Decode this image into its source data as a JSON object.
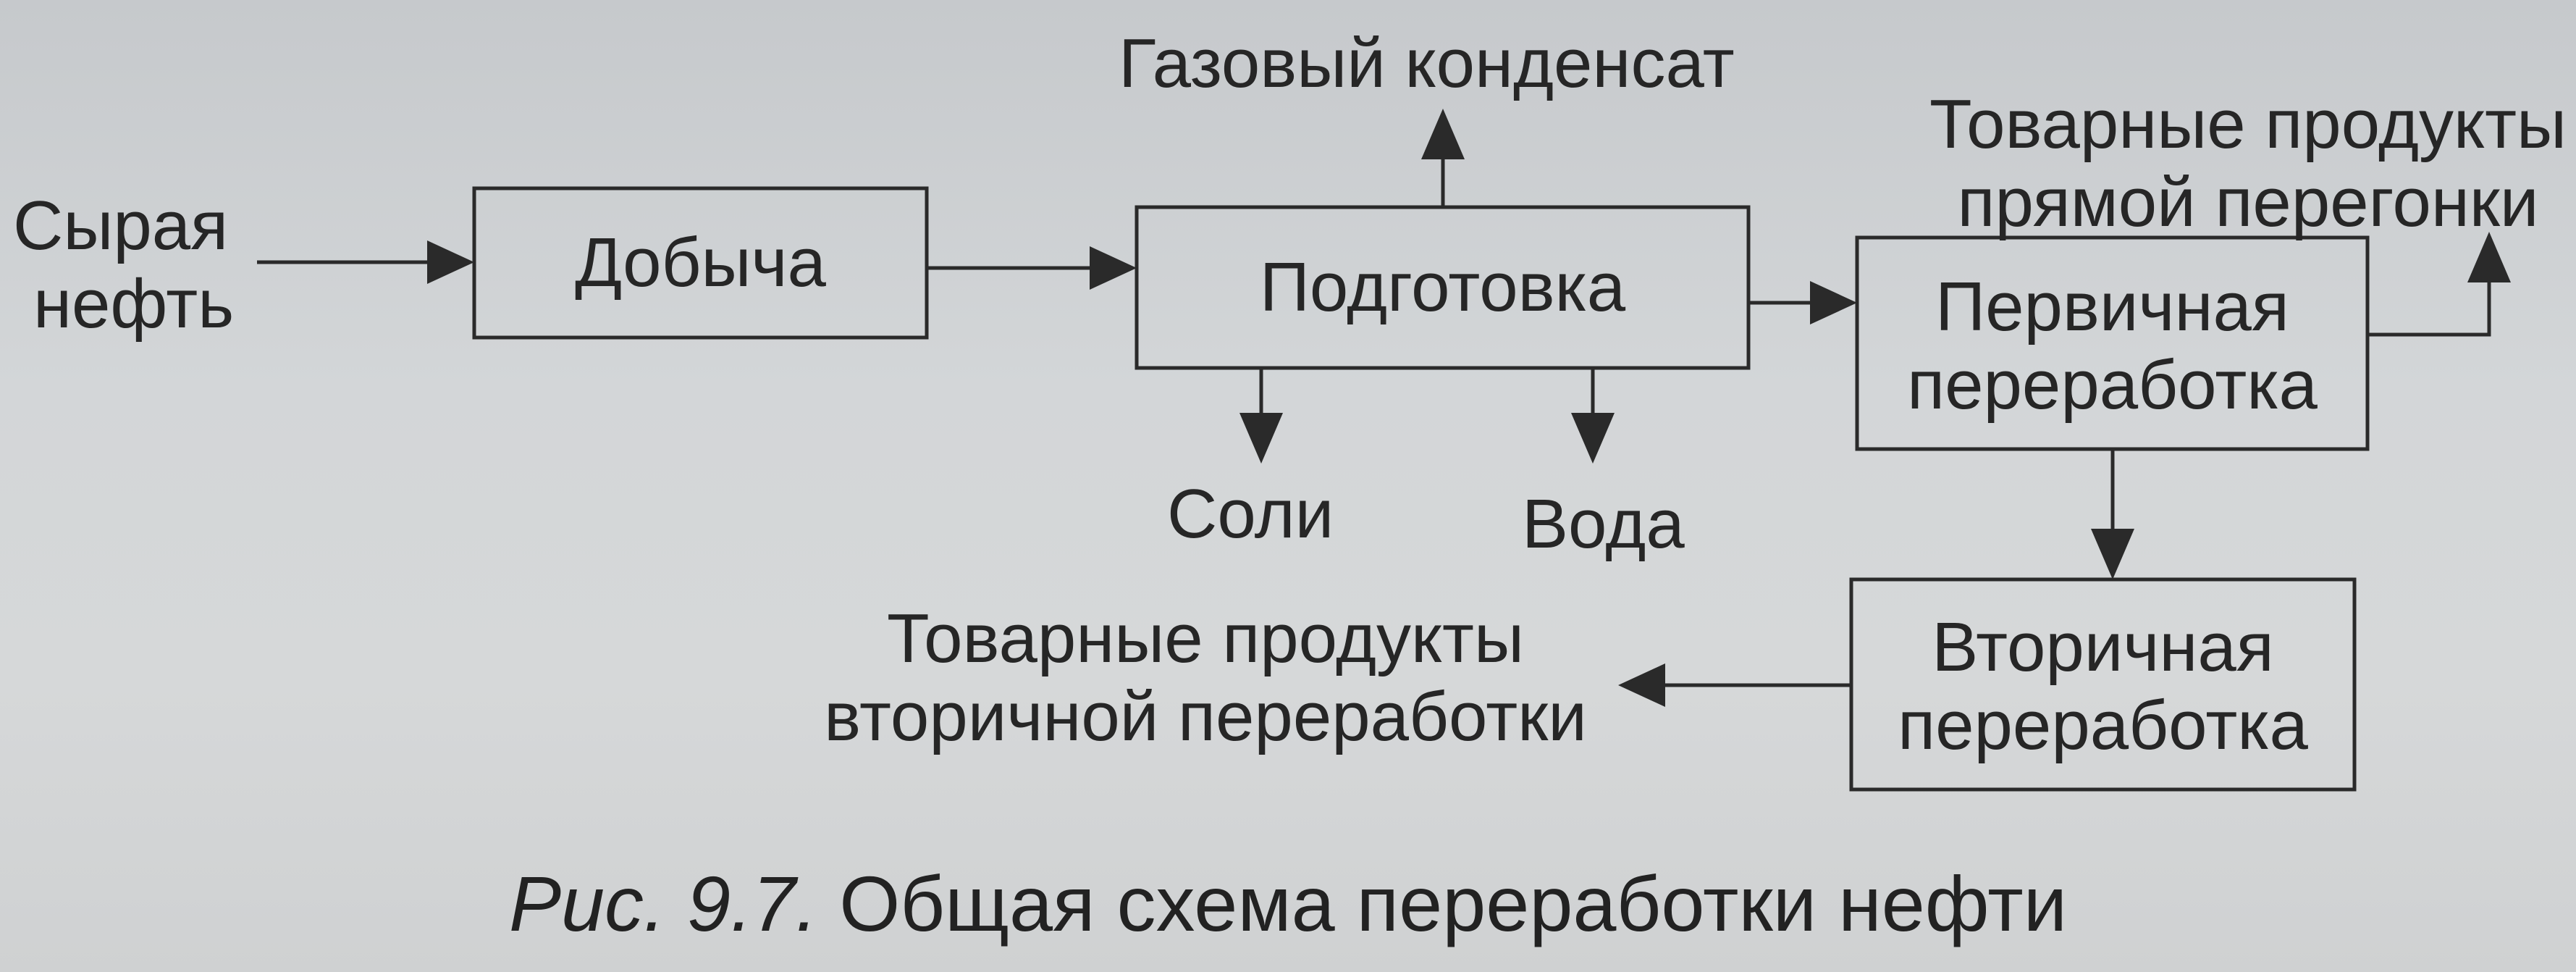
{
  "nodes": {
    "extraction": "Добыча",
    "preparation": "Подготовка",
    "primary": [
      "Первичная",
      "переработка"
    ],
    "secondary": [
      "Вторичная",
      "переработка"
    ]
  },
  "inputs": {
    "crude_oil": [
      "Сырая",
      "нефть"
    ]
  },
  "outputs": {
    "gas_condensate": "Газовый конденсат",
    "salts": "Соли",
    "water": "Вода",
    "primary_products": [
      "Товарные продукты",
      "прямой перегонки"
    ],
    "secondary_products": [
      "Товарные продукты",
      "вторичной переработки"
    ]
  },
  "caption": {
    "prefix": "Рис. 9.7.",
    "text": "Общая схема переработки нефти"
  }
}
